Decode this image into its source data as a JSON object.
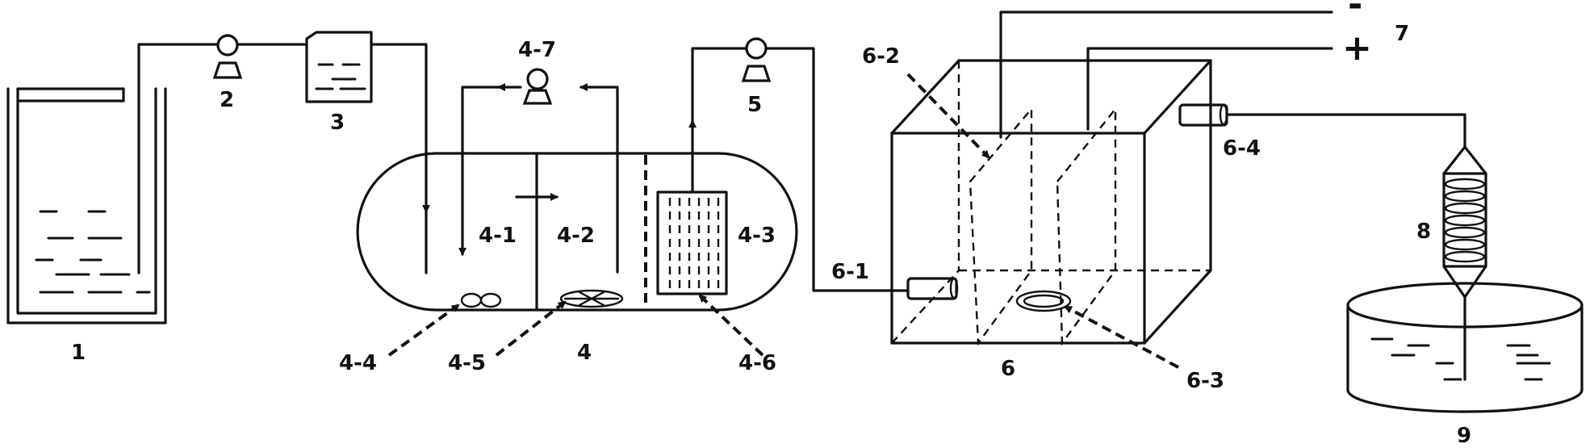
{
  "labels": {
    "n1": "1",
    "n2": "2",
    "n3": "3",
    "n4": "4",
    "n4_1": "4-1",
    "n4_2": "4-2",
    "n4_3": "4-3",
    "n4_4": "4-4",
    "n4_5": "4-5",
    "n4_6": "4-6",
    "n4_7": "4-7",
    "n5": "5",
    "n6": "6",
    "n6_1": "6-1",
    "n6_2": "6-2",
    "n6_3": "6-3",
    "n6_4": "6-4",
    "n7": "7",
    "n8": "8",
    "n9": "9",
    "minus": "-",
    "plus": "+"
  },
  "colors": {
    "line": "#111111",
    "background": "#ffffff"
  }
}
